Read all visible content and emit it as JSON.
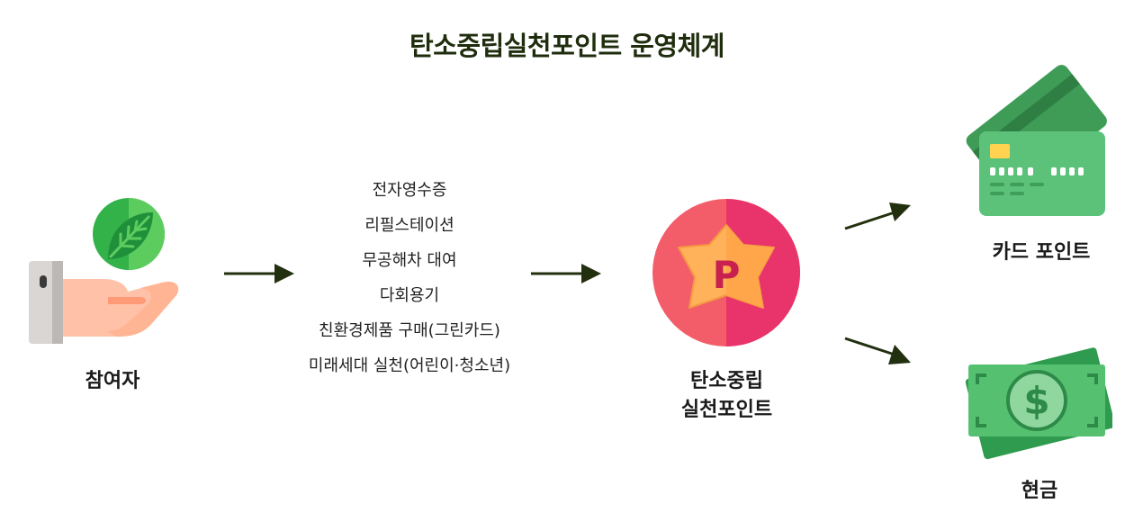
{
  "title": "탄소중립실천포인트 운영체계",
  "participant": {
    "label": "참여자"
  },
  "activities": [
    "전자영수증",
    "리필스테이션",
    "무공해차 대여",
    "다회용기",
    "친환경제품 구매(그린카드)",
    "미래세대 실천(어린이·청소년)"
  ],
  "point": {
    "letter": "P",
    "label_line1": "탄소중립",
    "label_line2": "실천포인트"
  },
  "rewards": {
    "card": {
      "label": "카드 포인트"
    },
    "cash": {
      "label": "현금",
      "symbol": "$"
    }
  },
  "colors": {
    "title": "#1f2d0d",
    "arrow": "#22300f",
    "leaf": "#4caf50",
    "point_left": "#f35d6a",
    "point_right": "#e8346a",
    "star": "#ffb25a",
    "card": "#4fb06a",
    "cash": "#3aa85b"
  }
}
